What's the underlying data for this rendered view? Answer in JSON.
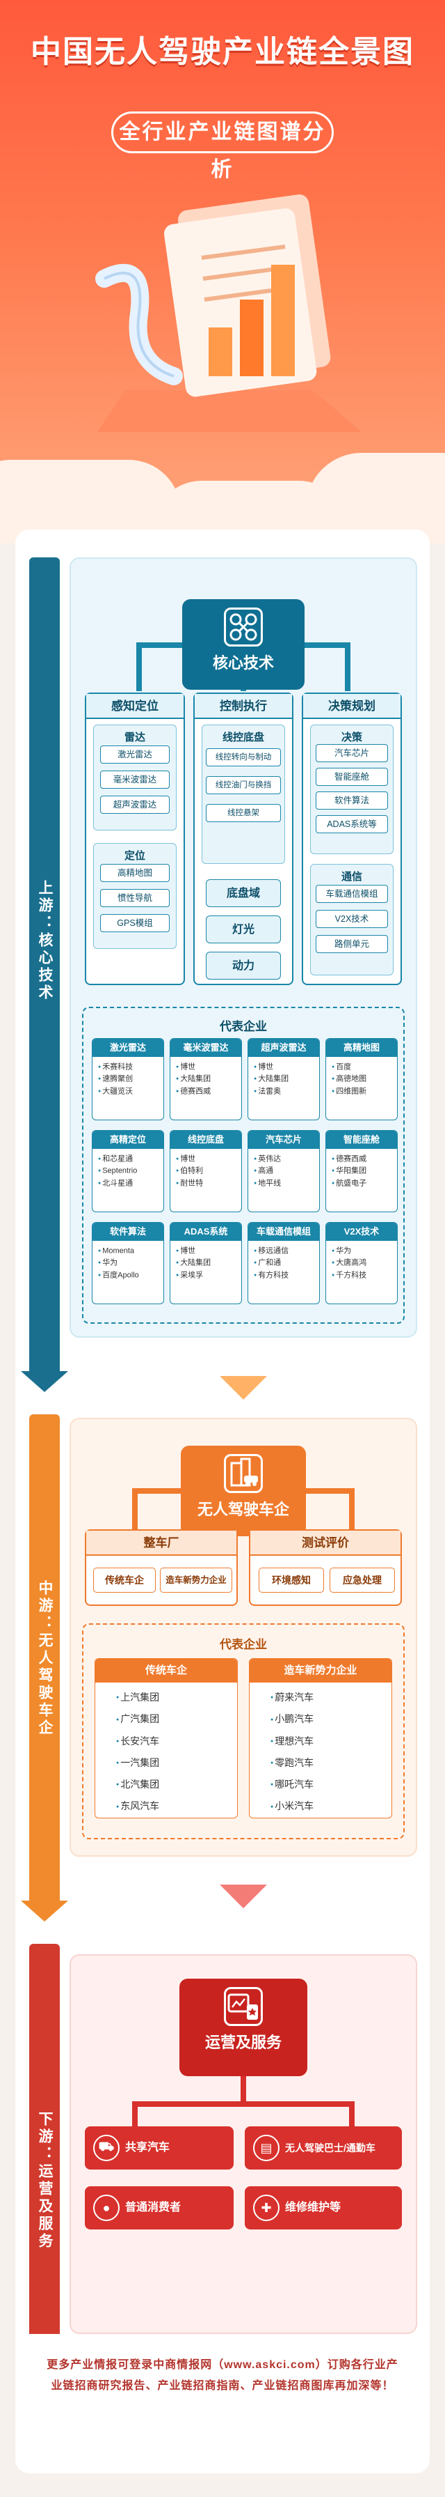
{
  "header": {
    "title": "中国无人驾驶产业链全景图",
    "subtitle": "全行业产业链图谱分析"
  },
  "upstream": {
    "rail_label": "上游：核心技术",
    "core_label": "核心技术",
    "columns": [
      {
        "title": "感知定位",
        "groups": [
          {
            "title": "雷达",
            "items": [
              "激光雷达",
              "毫米波雷达",
              "超声波雷达"
            ]
          },
          {
            "title": "定位",
            "items": [
              "高精地图",
              "惯性导航",
              "GPS模组"
            ]
          }
        ]
      },
      {
        "title": "控制执行",
        "groups": [
          {
            "title": "线控底盘",
            "items": [
              "线控转向与制动",
              "线控油门与换挡",
              "线控悬架"
            ]
          }
        ],
        "solid": [
          "底盘域",
          "灯光",
          "动力"
        ]
      },
      {
        "title": "决策规划",
        "groups": [
          {
            "title": "决策",
            "items": [
              "汽车芯片",
              "智能座舱",
              "软件算法",
              "ADAS系统等"
            ]
          },
          {
            "title": "通信",
            "items": [
              "车载通信模组",
              "V2X技术",
              "路侧单元"
            ]
          }
        ]
      }
    ],
    "rep": {
      "title": "代表企业",
      "cards": [
        {
          "head": "激光雷达",
          "items": [
            "禾赛科技",
            "速腾聚创",
            "大疆览沃"
          ]
        },
        {
          "head": "毫米波雷达",
          "items": [
            "博世",
            "大陆集团",
            "德赛西威"
          ]
        },
        {
          "head": "超声波雷达",
          "items": [
            "博世",
            "大陆集团",
            "法雷奥"
          ]
        },
        {
          "head": "高精地图",
          "items": [
            "百度",
            "高德地图",
            "四维图新"
          ]
        },
        {
          "head": "高精定位",
          "items": [
            "和芯星通",
            "Septentrio",
            "北斗星通"
          ]
        },
        {
          "head": "线控底盘",
          "items": [
            "博世",
            "伯特利",
            "耐世特"
          ]
        },
        {
          "head": "汽车芯片",
          "items": [
            "英伟达",
            "高通",
            "地平线"
          ]
        },
        {
          "head": "智能座舱",
          "items": [
            "德赛西威",
            "华阳集团",
            "航盛电子"
          ]
        },
        {
          "head": "软件算法",
          "items": [
            "Momenta",
            "华为",
            "百度Apollo"
          ]
        },
        {
          "head": "ADAS系统",
          "items": [
            "博世",
            "大陆集团",
            "采埃孚"
          ]
        },
        {
          "head": "车载通信模组",
          "items": [
            "移远通信",
            "广和通",
            "有方科技"
          ]
        },
        {
          "head": "V2X技术",
          "items": [
            "华为",
            "大唐高鸿",
            "千方科技"
          ]
        }
      ]
    }
  },
  "midstream": {
    "rail_label": "中游：无人驾驶车企",
    "core_label": "无人驾驶车企",
    "branches": [
      {
        "title": "整车厂",
        "items": [
          "传统车企",
          "造车新势力企业"
        ]
      },
      {
        "title": "测试评价",
        "items": [
          "环境感知",
          "应急处理"
        ]
      }
    ],
    "rep": {
      "title": "代表企业",
      "cards": [
        {
          "head": "传统车企",
          "items": [
            "上汽集团",
            "广汽集团",
            "长安汽车",
            "一汽集团",
            "北汽集团",
            "东风汽车"
          ]
        },
        {
          "head": "造车新势力企业",
          "items": [
            "蔚来汽车",
            "小鹏汽车",
            "理想汽车",
            "零跑汽车",
            "哪吒汽车",
            "小米汽车"
          ]
        }
      ]
    }
  },
  "downstream": {
    "rail_label": "下游：运营及服务",
    "core_label": "运营及服务",
    "cards": [
      {
        "label": "共享汽车",
        "icon": "car-share-icon"
      },
      {
        "label": "无人驾驶巴士/通勤车",
        "icon": "bus-icon"
      },
      {
        "label": "普通消费者",
        "icon": "user-icon"
      },
      {
        "label": "维修维护等",
        "icon": "wrench-icon"
      }
    ]
  },
  "footer": {
    "text": "更多产业情报可登录中商情报网（www.askci.com）订购各行业产业链招商研究报告、产业链招商指南、产业链招商图库再加深等！"
  },
  "colors": {
    "upstream": "#1a86a8",
    "midstream": "#f07a2c",
    "downstream": "#d8302c",
    "hero": "#ff5a3c"
  }
}
